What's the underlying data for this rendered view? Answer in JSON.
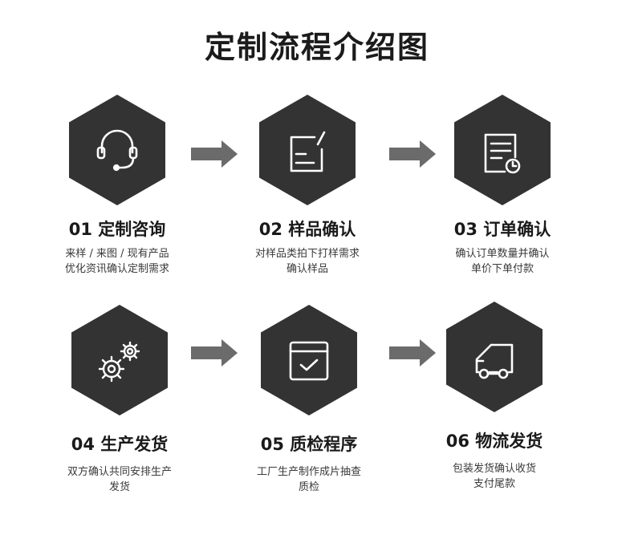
{
  "title": "定制流程介绍图",
  "steps": [
    {
      "title": "01 定制咨询",
      "desc_line1": "来样 / 来图 / 现有产品",
      "desc_line2": "优化资讯确认定制需求",
      "icon": "headset-icon"
    },
    {
      "title": "02 样品确认",
      "desc_line1": "对样品类拍下打样需求",
      "desc_line2": "确认样品",
      "icon": "edit-document-icon"
    },
    {
      "title": "03 订单确认",
      "desc_line1": "确认订单数量并确认",
      "desc_line2": "单价下单付款",
      "icon": "document-clock-icon"
    },
    {
      "title": "04 生产发货",
      "desc_line1": "双方确认共同安排生产",
      "desc_line2": "发货",
      "icon": "gears-icon"
    },
    {
      "title": "05 质检程序",
      "desc_line1": "工厂生产制作成片抽查",
      "desc_line2": "质检",
      "icon": "checked-window-icon"
    },
    {
      "title": "06 物流发货",
      "desc_line1": "包装发货确认收货",
      "desc_line2": "支付尾款",
      "icon": "truck-icon"
    }
  ],
  "colors": {
    "hexagon": "#333333",
    "arrow": "#6b6b6b",
    "icon_stroke": "#ffffff"
  }
}
